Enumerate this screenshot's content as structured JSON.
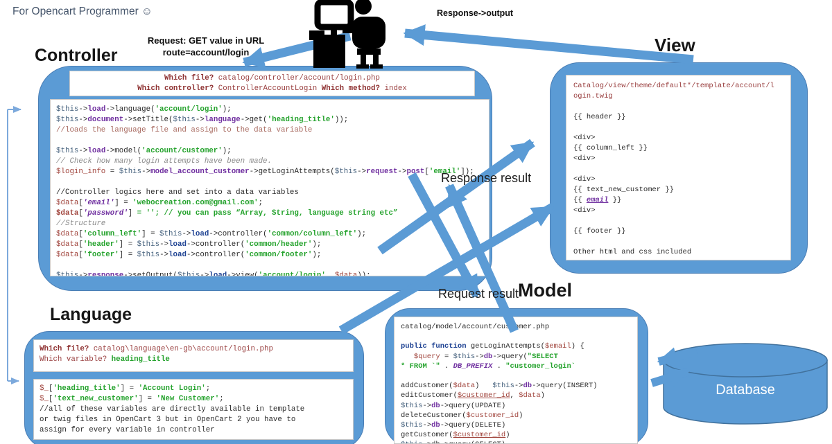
{
  "note": "For Opencart Programmer ☺",
  "colors": {
    "accent_blue": "#5B9BD5",
    "accent_blue_dark": "#41719C",
    "connector_light_blue": "#7CA9DC",
    "code_green": "#26A32E",
    "code_purple": "#7030A0",
    "code_navy": "#1F4393",
    "code_maroon": "#A0443C",
    "code_dark_red": "#9A4040",
    "comment_brick": "#A86A60",
    "comment_gray": "#8C8C8C"
  },
  "icons": {
    "user": "person-at-computer-icon",
    "database": "database-cylinder-icon"
  },
  "labels": {
    "controller": "Controller",
    "view": "View",
    "language": "Language",
    "model": "Model",
    "database": "Database",
    "request_line1": "Request: GET value in URL",
    "request_line2": "route=account/login",
    "response_output": "Response->output",
    "response_result": "Response result",
    "request_result": "Request result"
  },
  "controller": {
    "header": [
      [
        {
          "t": "Which file? ",
          "c": "rb"
        },
        {
          "t": "catalog/controller/account/login.php",
          "c": "r"
        }
      ],
      [
        {
          "t": "Which controller? ",
          "c": "rb"
        },
        {
          "t": "ControllerAccountLogin ",
          "c": "r"
        },
        {
          "t": "Which method? ",
          "c": "rb"
        },
        {
          "t": "index",
          "c": "r"
        }
      ]
    ],
    "code": [
      [
        {
          "t": "$this",
          "c": "th"
        },
        {
          "t": "->",
          "c": "t"
        },
        {
          "t": "load",
          "c": "kp"
        },
        {
          "t": "->language(",
          "c": "t"
        },
        {
          "t": "'account/login'",
          "c": "s"
        },
        {
          "t": ");",
          "c": "t"
        }
      ],
      [
        {
          "t": "$this",
          "c": "th"
        },
        {
          "t": "->",
          "c": "t"
        },
        {
          "t": "document",
          "c": "kp"
        },
        {
          "t": "->setTitle(",
          "c": "t"
        },
        {
          "t": "$this",
          "c": "th"
        },
        {
          "t": "->",
          "c": "t"
        },
        {
          "t": "language",
          "c": "kp"
        },
        {
          "t": "->get(",
          "c": "t"
        },
        {
          "t": "'heading_title'",
          "c": "s"
        },
        {
          "t": "));",
          "c": "t"
        }
      ],
      [
        {
          "t": "//loads the language file and assign to the data variable",
          "c": "c1"
        }
      ],
      [],
      [
        {
          "t": "$this",
          "c": "th"
        },
        {
          "t": "->",
          "c": "t"
        },
        {
          "t": "load",
          "c": "kp"
        },
        {
          "t": "->model(",
          "c": "t"
        },
        {
          "t": "'account/customer'",
          "c": "s"
        },
        {
          "t": ");",
          "c": "t"
        }
      ],
      [
        {
          "t": "// Check how many login attempts have been made.",
          "c": "c2"
        }
      ],
      [
        {
          "t": "$login_info",
          "c": "va"
        },
        {
          "t": " = ",
          "c": "t"
        },
        {
          "t": "$this",
          "c": "th"
        },
        {
          "t": "->",
          "c": "t"
        },
        {
          "t": "model_account_customer",
          "c": "kp"
        },
        {
          "t": "->getLoginAttempts(",
          "c": "t"
        },
        {
          "t": "$this",
          "c": "th"
        },
        {
          "t": "->",
          "c": "t"
        },
        {
          "t": "request",
          "c": "kp"
        },
        {
          "t": "->",
          "c": "t"
        },
        {
          "t": "post",
          "c": "kp"
        },
        {
          "t": "[",
          "c": "t"
        },
        {
          "t": "'email'",
          "c": "s"
        },
        {
          "t": "]);",
          "c": "t"
        }
      ],
      [],
      [
        {
          "t": "//Controller logics here and set into a data variables",
          "c": "t"
        }
      ],
      [
        {
          "t": "$data",
          "c": "va"
        },
        {
          "t": "[",
          "c": "t"
        },
        {
          "t": "'email'",
          "c": "pi"
        },
        {
          "t": "] = ",
          "c": "t"
        },
        {
          "t": "'webocreation.com@gmail.com'",
          "c": "s"
        },
        {
          "t": ";",
          "c": "t"
        }
      ],
      [
        {
          "t": "$data",
          "c": "vb"
        },
        {
          "t": "[",
          "c": "t"
        },
        {
          "t": "'password'",
          "c": "pi"
        },
        {
          "t": "] ",
          "c": "t"
        },
        {
          "t": "= ''; // you can pass “Array, String, language string etc”",
          "c": "s"
        }
      ],
      [
        {
          "t": "//Structure",
          "c": "c2"
        }
      ],
      [
        {
          "t": "$data",
          "c": "va"
        },
        {
          "t": "[",
          "c": "t"
        },
        {
          "t": "'column_left'",
          "c": "s"
        },
        {
          "t": "] = ",
          "c": "t"
        },
        {
          "t": "$this",
          "c": "th"
        },
        {
          "t": "->",
          "c": "t"
        },
        {
          "t": "load",
          "c": "kn"
        },
        {
          "t": "->controller(",
          "c": "t"
        },
        {
          "t": "'common/column_left'",
          "c": "s"
        },
        {
          "t": ");",
          "c": "t"
        }
      ],
      [
        {
          "t": "$data",
          "c": "va"
        },
        {
          "t": "[",
          "c": "t"
        },
        {
          "t": "'header'",
          "c": "s"
        },
        {
          "t": "] = ",
          "c": "t"
        },
        {
          "t": "$this",
          "c": "th"
        },
        {
          "t": "->",
          "c": "t"
        },
        {
          "t": "load",
          "c": "kn"
        },
        {
          "t": "->controller(",
          "c": "t"
        },
        {
          "t": "'common/header'",
          "c": "s"
        },
        {
          "t": ");",
          "c": "t"
        }
      ],
      [
        {
          "t": "$data",
          "c": "va"
        },
        {
          "t": "[",
          "c": "t"
        },
        {
          "t": "'footer'",
          "c": "s"
        },
        {
          "t": "] = ",
          "c": "t"
        },
        {
          "t": "$this",
          "c": "th"
        },
        {
          "t": "->",
          "c": "t"
        },
        {
          "t": "load",
          "c": "kn"
        },
        {
          "t": "->controller(",
          "c": "t"
        },
        {
          "t": "'common/footer'",
          "c": "s"
        },
        {
          "t": ");",
          "c": "t"
        }
      ],
      [],
      [
        {
          "t": "$this",
          "c": "th"
        },
        {
          "t": "->",
          "c": "t"
        },
        {
          "t": "response",
          "c": "kp"
        },
        {
          "t": "->setOutput(",
          "c": "t"
        },
        {
          "t": "$this",
          "c": "th"
        },
        {
          "t": "->",
          "c": "t"
        },
        {
          "t": "load",
          "c": "kn"
        },
        {
          "t": "->view(",
          "c": "t"
        },
        {
          "t": "'account/login'",
          "c": "s"
        },
        {
          "t": ", ",
          "c": "t"
        },
        {
          "t": "$data",
          "c": "va"
        },
        {
          "t": "));",
          "c": "t"
        }
      ]
    ]
  },
  "view": {
    "code": [
      [
        {
          "t": "Catalog/view/theme/default*/template/account/l",
          "c": "r"
        }
      ],
      [
        {
          "t": "ogin.twig",
          "c": "r"
        }
      ],
      [],
      [
        {
          "t": "{{ header }}",
          "c": "t"
        }
      ],
      [],
      [
        {
          "t": "<div>",
          "c": "t"
        }
      ],
      [
        {
          "t": "{{ column_left }}",
          "c": "t"
        }
      ],
      [
        {
          "t": "<div>",
          "c": "t"
        }
      ],
      [],
      [
        {
          "t": "<div>",
          "c": "t"
        }
      ],
      [
        {
          "t": "{{ text_new_customer }}",
          "c": "t"
        }
      ],
      [
        {
          "t": "{{ ",
          "c": "t"
        },
        {
          "t": "email",
          "c": "piu"
        },
        {
          "t": " }}",
          "c": "t"
        }
      ],
      [
        {
          "t": "<div>",
          "c": "t"
        }
      ],
      [],
      [
        {
          "t": "{{ footer }}",
          "c": "t"
        }
      ],
      [],
      [
        {
          "t": "Other html and css included",
          "c": "t"
        }
      ]
    ]
  },
  "language": {
    "header": [
      [
        {
          "t": "Which file? ",
          "c": "rb"
        },
        {
          "t": "catalog\\language\\en-gb\\account/login.php",
          "c": "r"
        }
      ],
      [
        {
          "t": "Which variable? ",
          "c": "r"
        },
        {
          "t": "heading_title",
          "c": "s"
        }
      ]
    ],
    "code": [
      [
        {
          "t": "$_",
          "c": "va"
        },
        {
          "t": "[",
          "c": "t"
        },
        {
          "t": "'heading_title'",
          "c": "s"
        },
        {
          "t": "] = ",
          "c": "t"
        },
        {
          "t": "'Account Login'",
          "c": "s"
        },
        {
          "t": ";",
          "c": "t"
        }
      ],
      [
        {
          "t": "$_",
          "c": "va"
        },
        {
          "t": "[",
          "c": "t"
        },
        {
          "t": "'text_new_customer'",
          "c": "s"
        },
        {
          "t": "] = ",
          "c": "t"
        },
        {
          "t": "'New Customer'",
          "c": "s"
        },
        {
          "t": ";",
          "c": "t"
        }
      ],
      [
        {
          "t": "//all of these variables are directly available in template",
          "c": "t"
        }
      ],
      [
        {
          "t": "or twig files in OpenCart 3 but in OpenCart 2 you have to",
          "c": "t"
        }
      ],
      [
        {
          "t": "assign for every variable in controller",
          "c": "t"
        }
      ]
    ]
  },
  "model": {
    "code": [
      [
        {
          "t": "catalog/model/account/customer.php",
          "c": "t"
        }
      ],
      [],
      [
        {
          "t": "public function ",
          "c": "kn"
        },
        {
          "t": "getLoginAttempts(",
          "c": "t"
        },
        {
          "t": "$email",
          "c": "va"
        },
        {
          "t": ") {",
          "c": "t"
        }
      ],
      [
        {
          "t": "   ",
          "c": "t"
        },
        {
          "t": "$query",
          "c": "va"
        },
        {
          "t": " = ",
          "c": "t"
        },
        {
          "t": "$this",
          "c": "th"
        },
        {
          "t": "->",
          "c": "t"
        },
        {
          "t": "db",
          "c": "kp"
        },
        {
          "t": "->query(",
          "c": "t"
        },
        {
          "t": "\"SELECT",
          "c": "s"
        }
      ],
      [
        {
          "t": "* FROM `\"",
          "c": "s"
        },
        {
          "t": " . ",
          "c": "t"
        },
        {
          "t": "DB_PREFIX",
          "c": "pi"
        },
        {
          "t": " . ",
          "c": "t"
        },
        {
          "t": "\"customer_login`",
          "c": "s"
        }
      ],
      [],
      [
        {
          "t": "addCustomer(",
          "c": "t"
        },
        {
          "t": "$data",
          "c": "va"
        },
        {
          "t": ")   ",
          "c": "t"
        },
        {
          "t": "$this",
          "c": "th"
        },
        {
          "t": "->",
          "c": "t"
        },
        {
          "t": "db",
          "c": "kp"
        },
        {
          "t": "->query(INSERT)",
          "c": "t"
        }
      ],
      [
        {
          "t": "editCustomer(",
          "c": "t"
        },
        {
          "t": "$customer_id",
          "c": "va u"
        },
        {
          "t": ", ",
          "c": "t"
        },
        {
          "t": "$data",
          "c": "va"
        },
        {
          "t": ")",
          "c": "t"
        }
      ],
      [
        {
          "t": "$this",
          "c": "th"
        },
        {
          "t": "->",
          "c": "t"
        },
        {
          "t": "db",
          "c": "kp"
        },
        {
          "t": "->query(UPDATE)",
          "c": "t"
        }
      ],
      [
        {
          "t": "deleteCustomer(",
          "c": "t"
        },
        {
          "t": "$customer_id",
          "c": "va"
        },
        {
          "t": ")",
          "c": "t"
        }
      ],
      [
        {
          "t": "$this",
          "c": "th"
        },
        {
          "t": "->",
          "c": "t"
        },
        {
          "t": "db",
          "c": "kp"
        },
        {
          "t": "->query(DELETE)",
          "c": "t"
        }
      ],
      [
        {
          "t": "getCustomer(",
          "c": "t"
        },
        {
          "t": "$customer_id",
          "c": "va u"
        },
        {
          "t": ")",
          "c": "t"
        }
      ],
      [
        {
          "t": "$this",
          "c": "th"
        },
        {
          "t": "->db->query(SELECT)",
          "c": "t"
        }
      ]
    ]
  }
}
